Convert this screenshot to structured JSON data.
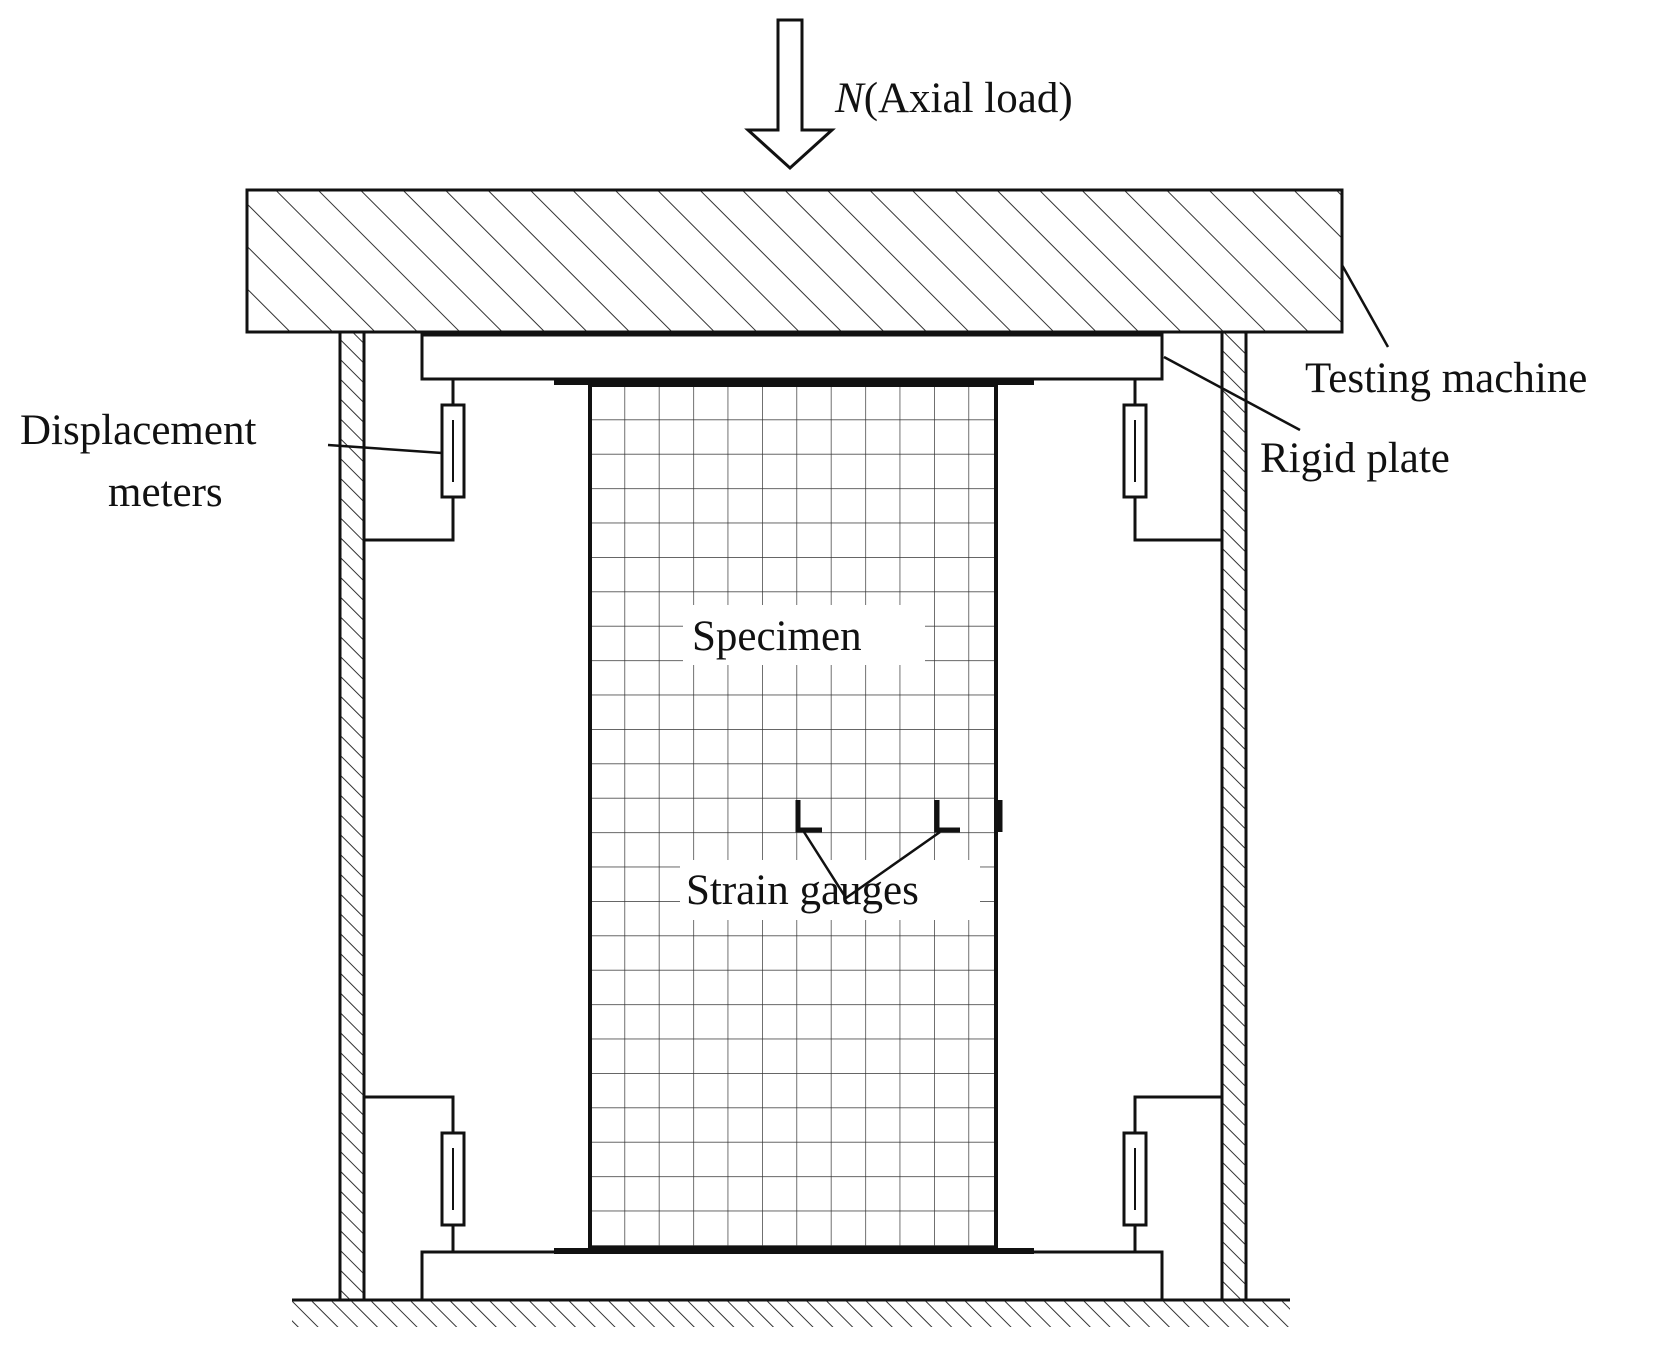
{
  "diagram": {
    "load": {
      "symbol": "N",
      "label": "(Axial load)"
    },
    "labels": {
      "testing_machine": "Testing machine",
      "rigid_plate": "Rigid plate",
      "displacement_line1": "Displacement",
      "displacement_line2": "meters",
      "specimen": "Specimen",
      "strain_gauges": "Strain gauges"
    }
  }
}
